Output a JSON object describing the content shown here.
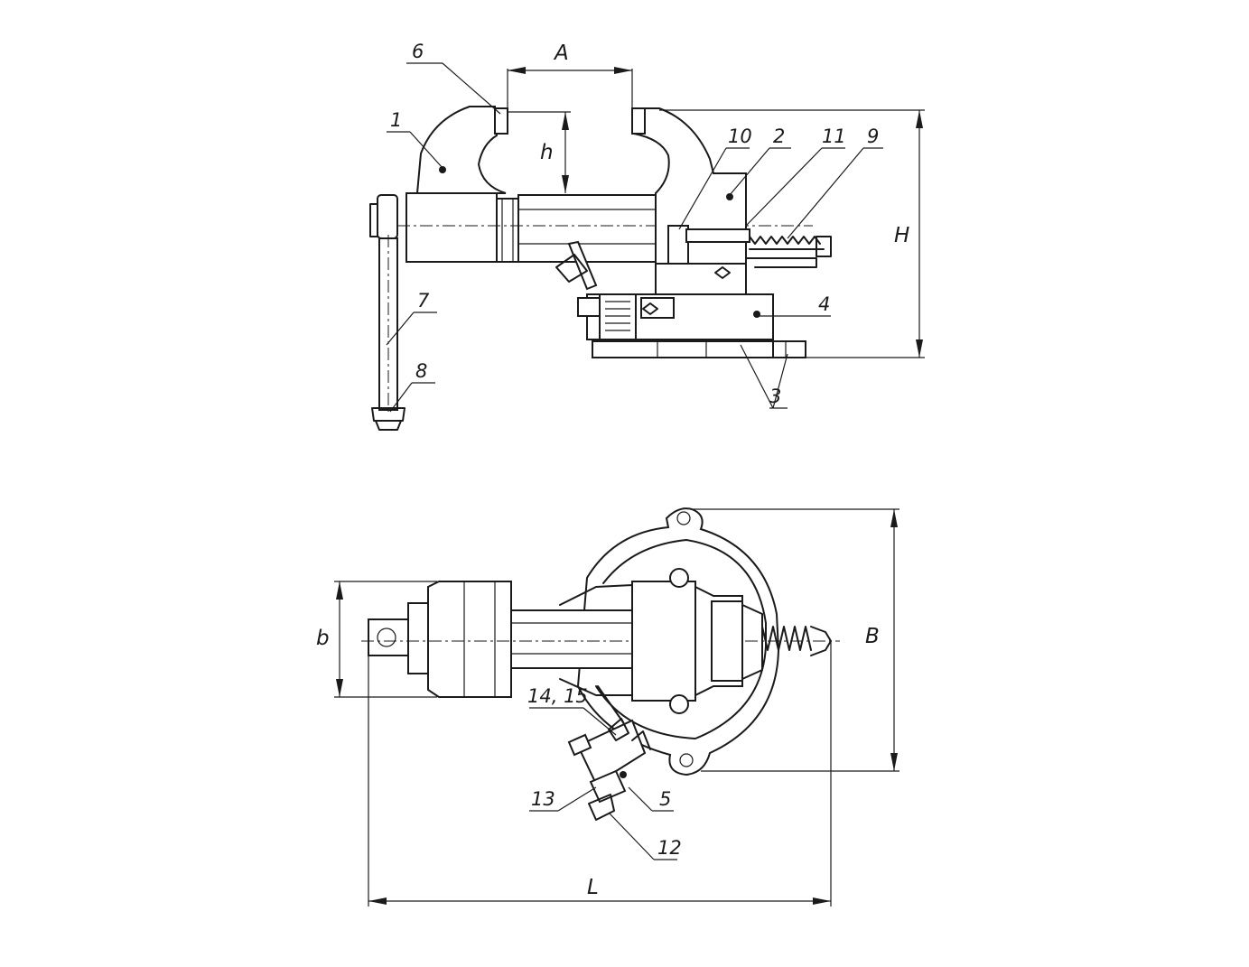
{
  "part_labels": {
    "p1": "1",
    "p2": "2",
    "p3": "3",
    "p4": "4",
    "p5": "5",
    "p6": "6",
    "p7": "7",
    "p8": "8",
    "p9": "9",
    "p10": "10",
    "p11": "11",
    "p12": "12",
    "p13": "13",
    "p14_15": "14, 15"
  },
  "dimension_labels": {
    "A": "A",
    "h": "h",
    "H": "H",
    "b": "b",
    "B": "B",
    "L": "L"
  },
  "colors": {
    "line": "#1a1a1a",
    "background": "#ffffff"
  }
}
